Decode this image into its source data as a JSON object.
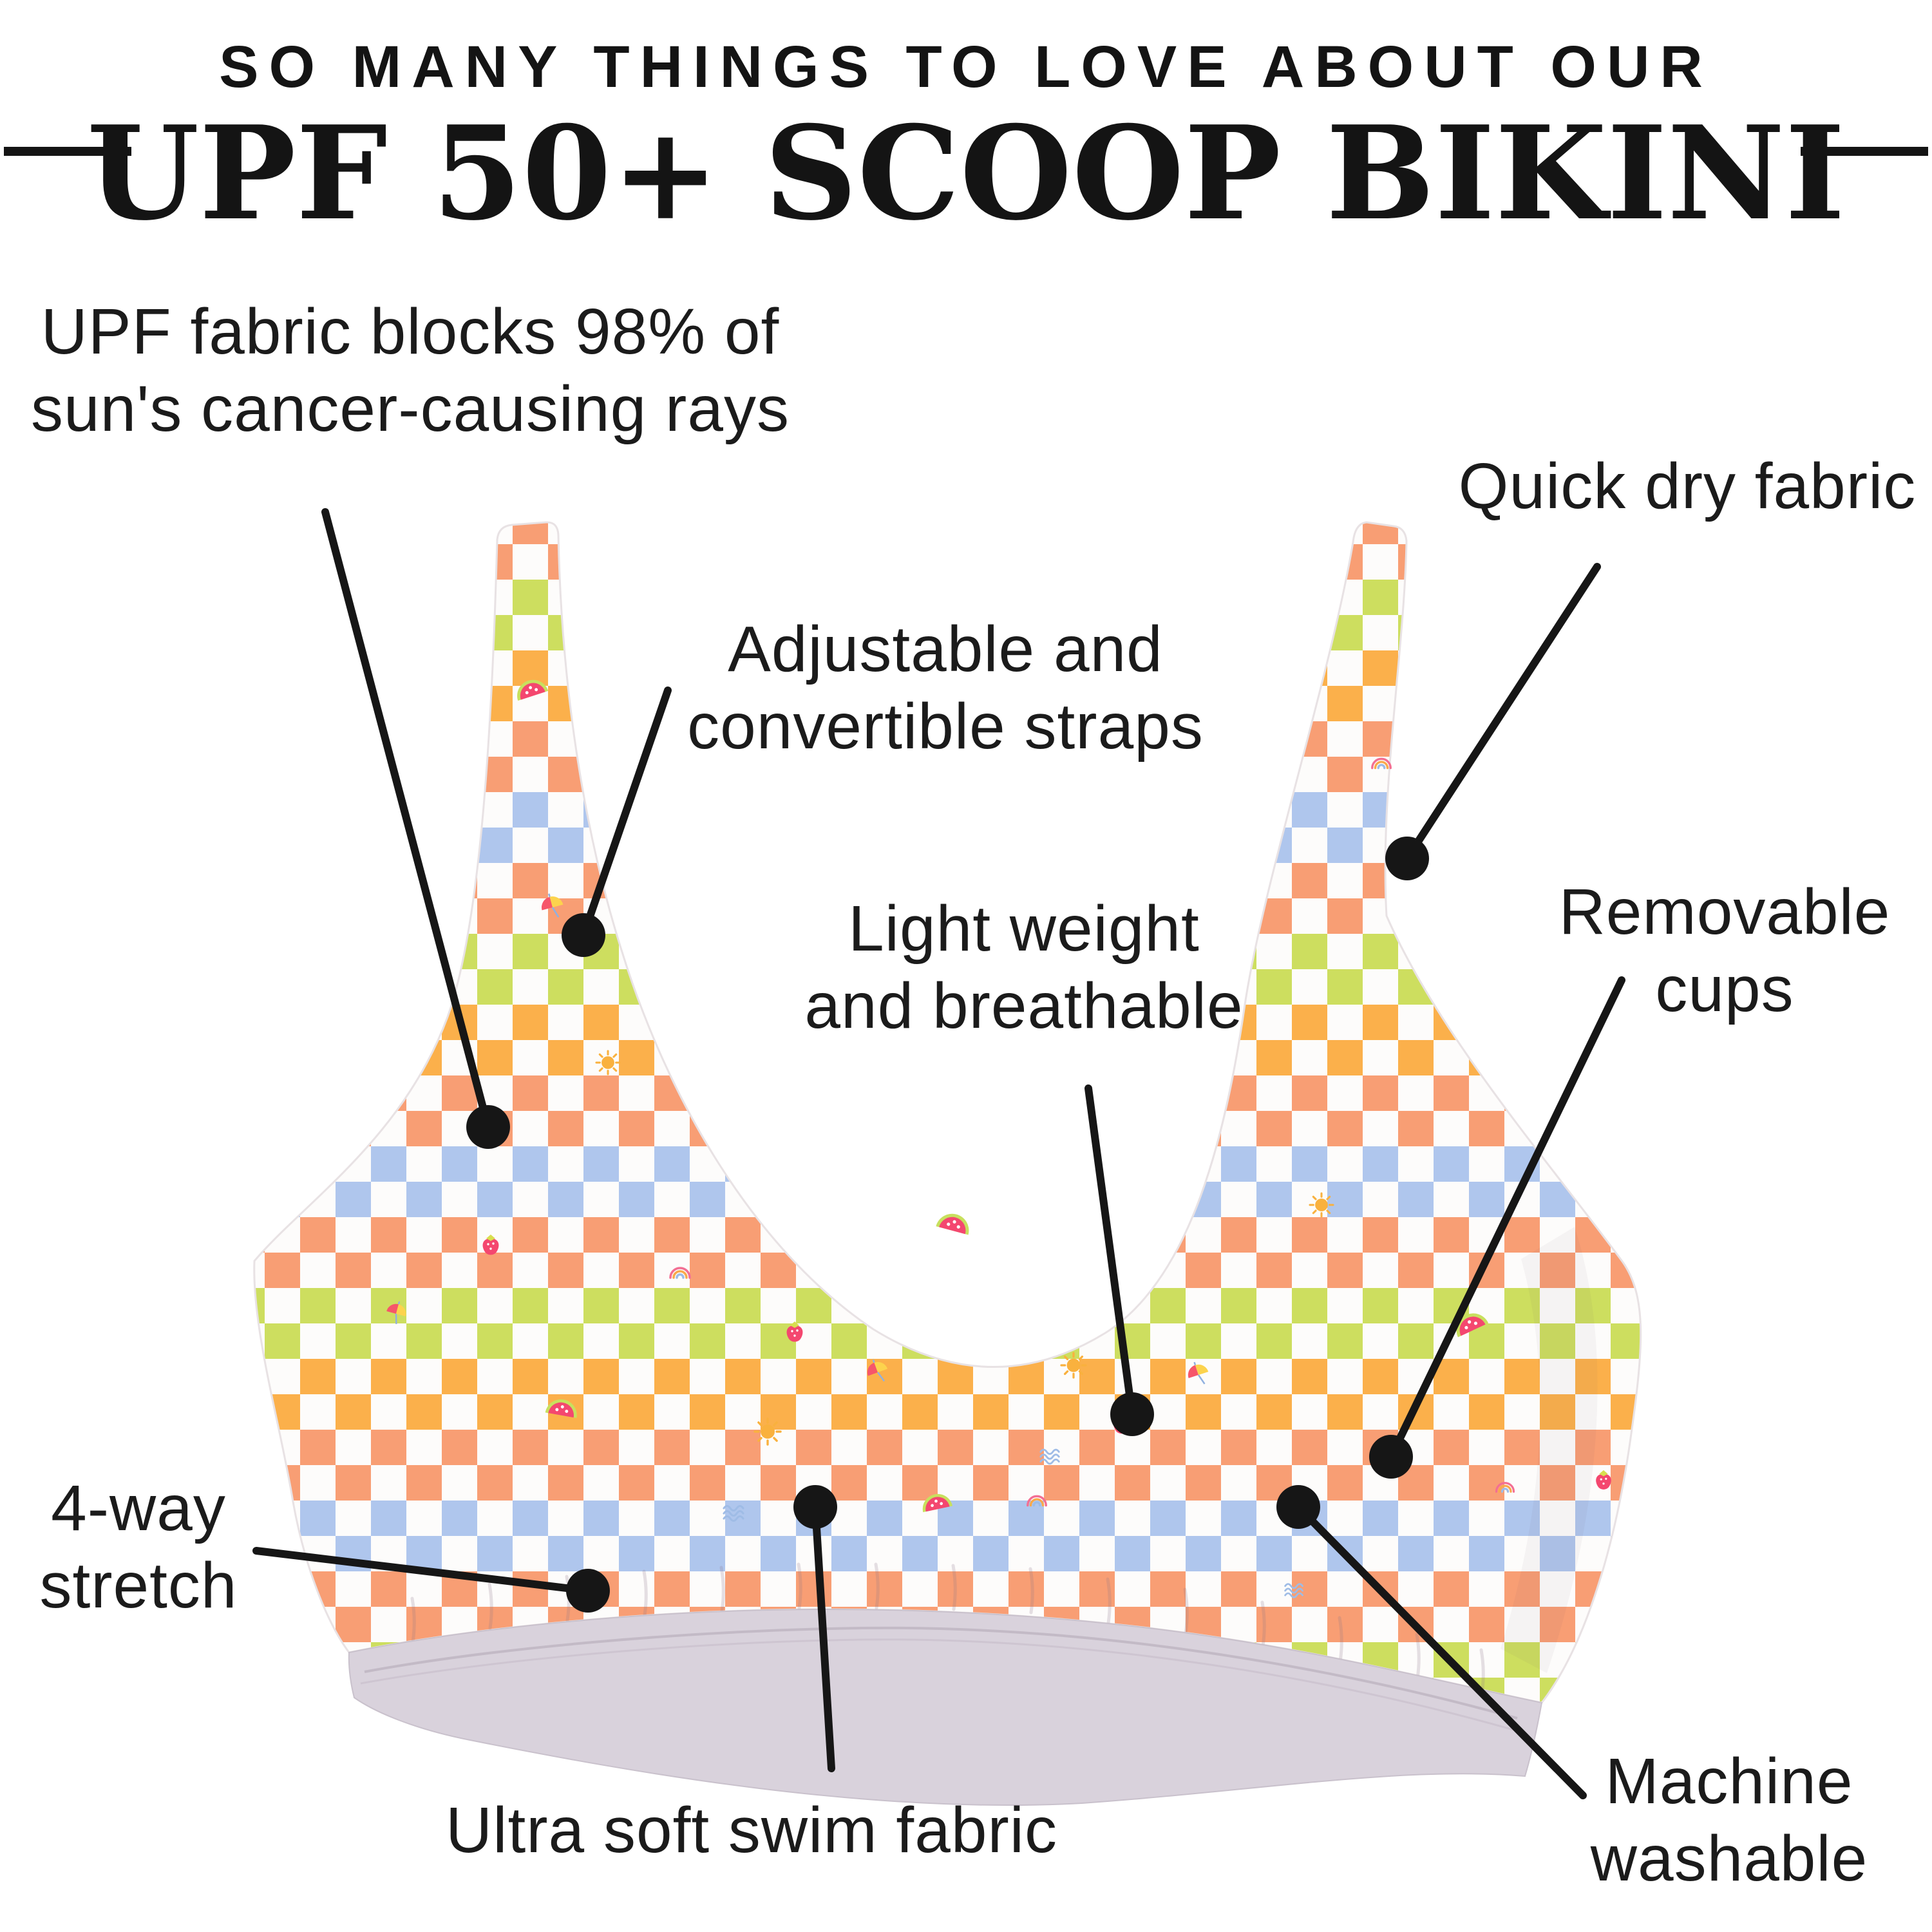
{
  "title": {
    "eyebrow": "SO MANY THINGS TO LOVE ABOUT OUR",
    "main": "UPF 50+ SCOOP BIKINI"
  },
  "annotations": [
    {
      "id": "upf-protection",
      "lines": [
        "UPF fabric blocks 98% of",
        "sun's cancer-causing rays"
      ]
    },
    {
      "id": "quick-dry",
      "lines": [
        "Quick dry fabric"
      ]
    },
    {
      "id": "adjustable-straps",
      "lines": [
        "Adjustable and",
        "convertible straps"
      ]
    },
    {
      "id": "light-weight",
      "lines": [
        "Light weight",
        "and breathable"
      ]
    },
    {
      "id": "removable-cups",
      "lines": [
        "Removable",
        "cups"
      ]
    },
    {
      "id": "four-way-stretch",
      "lines": [
        "4-way",
        "stretch"
      ]
    },
    {
      "id": "ultra-soft",
      "lines": [
        "Ultra soft swim fabric"
      ]
    },
    {
      "id": "machine-washable",
      "lines": [
        "Machine",
        "washable"
      ]
    }
  ],
  "palette": {
    "ink": "#161616",
    "orange": "#F89E74",
    "yellow": "#FBB04B",
    "green": "#CDDE5F",
    "blue": "#AFC6ED",
    "band_lavender": "#D9D2DC",
    "icon_pink": "#F4476F",
    "icon_sun": "#F9B13E",
    "icon_blue": "#9FBCE6",
    "icon_lime": "#C8E05E"
  },
  "garment": {
    "item": "scoop bikini top",
    "print_motifs": [
      "watermelon",
      "strawberry",
      "sun",
      "rainbow",
      "waves",
      "umbrella"
    ]
  }
}
